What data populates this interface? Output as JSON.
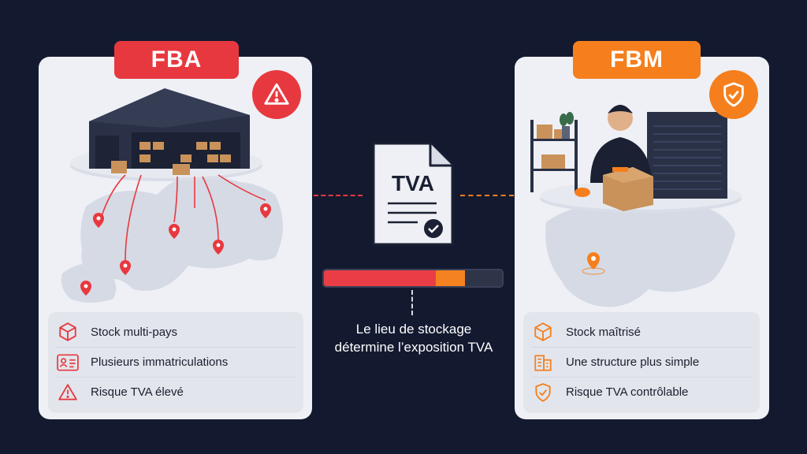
{
  "fba": {
    "label": "FBA",
    "features": [
      {
        "icon": "box-icon",
        "text": "Stock multi-pays"
      },
      {
        "icon": "id-card-icon",
        "text": "Plusieurs immatriculations"
      },
      {
        "icon": "warning-icon",
        "text": "Risque TVA élevé"
      }
    ]
  },
  "fbm": {
    "label": "FBM",
    "features": [
      {
        "icon": "box-icon",
        "text": "Stock maîtrisé"
      },
      {
        "icon": "building-icon",
        "text": "Une structure plus simple"
      },
      {
        "icon": "shield-check-icon",
        "text": "Risque TVA contrôlable"
      }
    ]
  },
  "center": {
    "document_label": "TVA",
    "exposure_gauge": {
      "red_pct": 63,
      "orange_pct": 16,
      "dark_pct": 21
    },
    "caption_line1": "Le lieu de stockage",
    "caption_line2": "détermine l’exposition TVA"
  },
  "colors": {
    "background": "#131a30",
    "fba_accent": "#e8383f",
    "fbm_accent": "#f57f1d",
    "card": "#eef0f5"
  }
}
